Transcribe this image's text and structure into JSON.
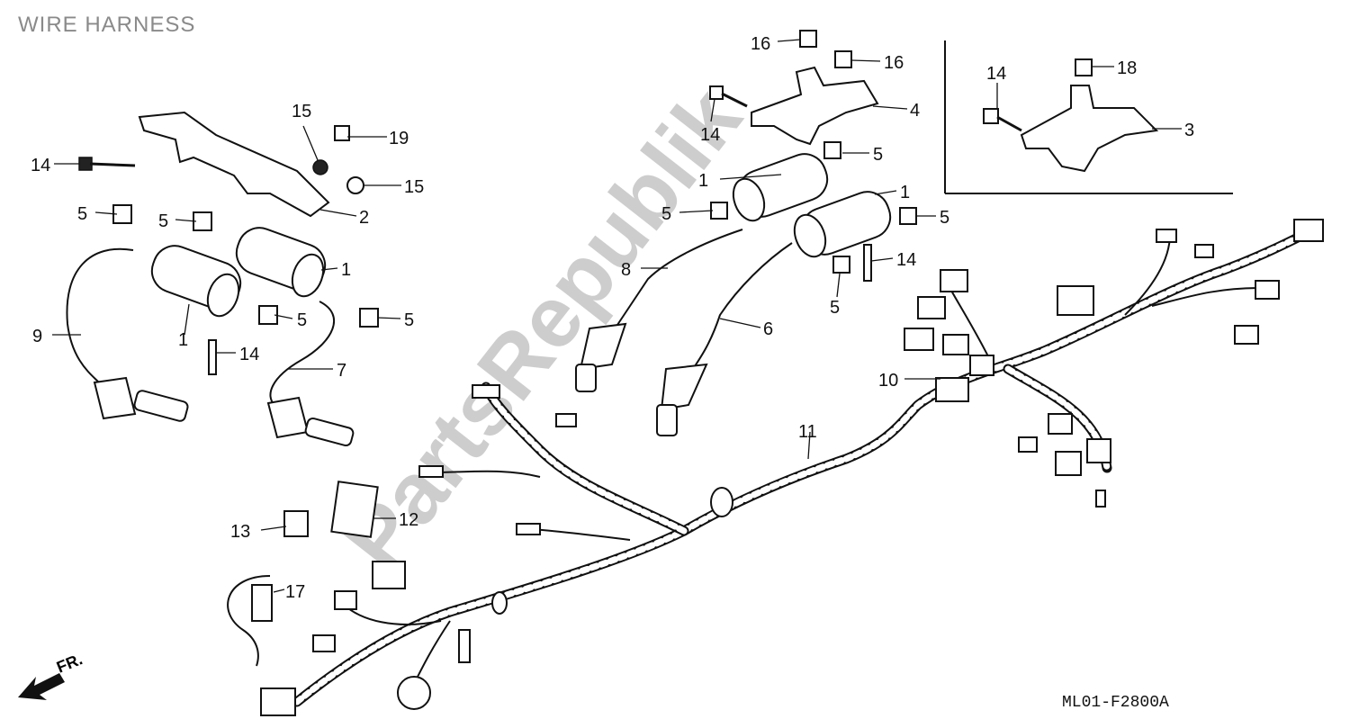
{
  "diagram": {
    "title": "WIRE HARNESS",
    "drawing_code": "ML01-F2800A",
    "front_indicator": "FR.",
    "watermark": "PartsRepublik",
    "callouts": [
      {
        "id": "c1a",
        "label": "1"
      },
      {
        "id": "c1b",
        "label": "1"
      },
      {
        "id": "c1c",
        "label": "1"
      },
      {
        "id": "c1d",
        "label": "1"
      },
      {
        "id": "c2",
        "label": "2"
      },
      {
        "id": "c3",
        "label": "3"
      },
      {
        "id": "c4",
        "label": "4"
      },
      {
        "id": "c5a",
        "label": "5"
      },
      {
        "id": "c5b",
        "label": "5"
      },
      {
        "id": "c5c",
        "label": "5"
      },
      {
        "id": "c5d",
        "label": "5"
      },
      {
        "id": "c5e",
        "label": "5"
      },
      {
        "id": "c5f",
        "label": "5"
      },
      {
        "id": "c5g",
        "label": "5"
      },
      {
        "id": "c5h",
        "label": "5"
      },
      {
        "id": "c6",
        "label": "6"
      },
      {
        "id": "c7",
        "label": "7"
      },
      {
        "id": "c8",
        "label": "8"
      },
      {
        "id": "c9",
        "label": "9"
      },
      {
        "id": "c10",
        "label": "10"
      },
      {
        "id": "c11",
        "label": "11"
      },
      {
        "id": "c12",
        "label": "12"
      },
      {
        "id": "c13",
        "label": "13"
      },
      {
        "id": "c14a",
        "label": "14"
      },
      {
        "id": "c14b",
        "label": "14"
      },
      {
        "id": "c14c",
        "label": "14"
      },
      {
        "id": "c14d",
        "label": "14"
      },
      {
        "id": "c14e",
        "label": "14"
      },
      {
        "id": "c15a",
        "label": "15"
      },
      {
        "id": "c15b",
        "label": "15"
      },
      {
        "id": "c16a",
        "label": "16"
      },
      {
        "id": "c16b",
        "label": "16"
      },
      {
        "id": "c17",
        "label": "17"
      },
      {
        "id": "c18",
        "label": "18"
      },
      {
        "id": "c19",
        "label": "19"
      }
    ]
  }
}
